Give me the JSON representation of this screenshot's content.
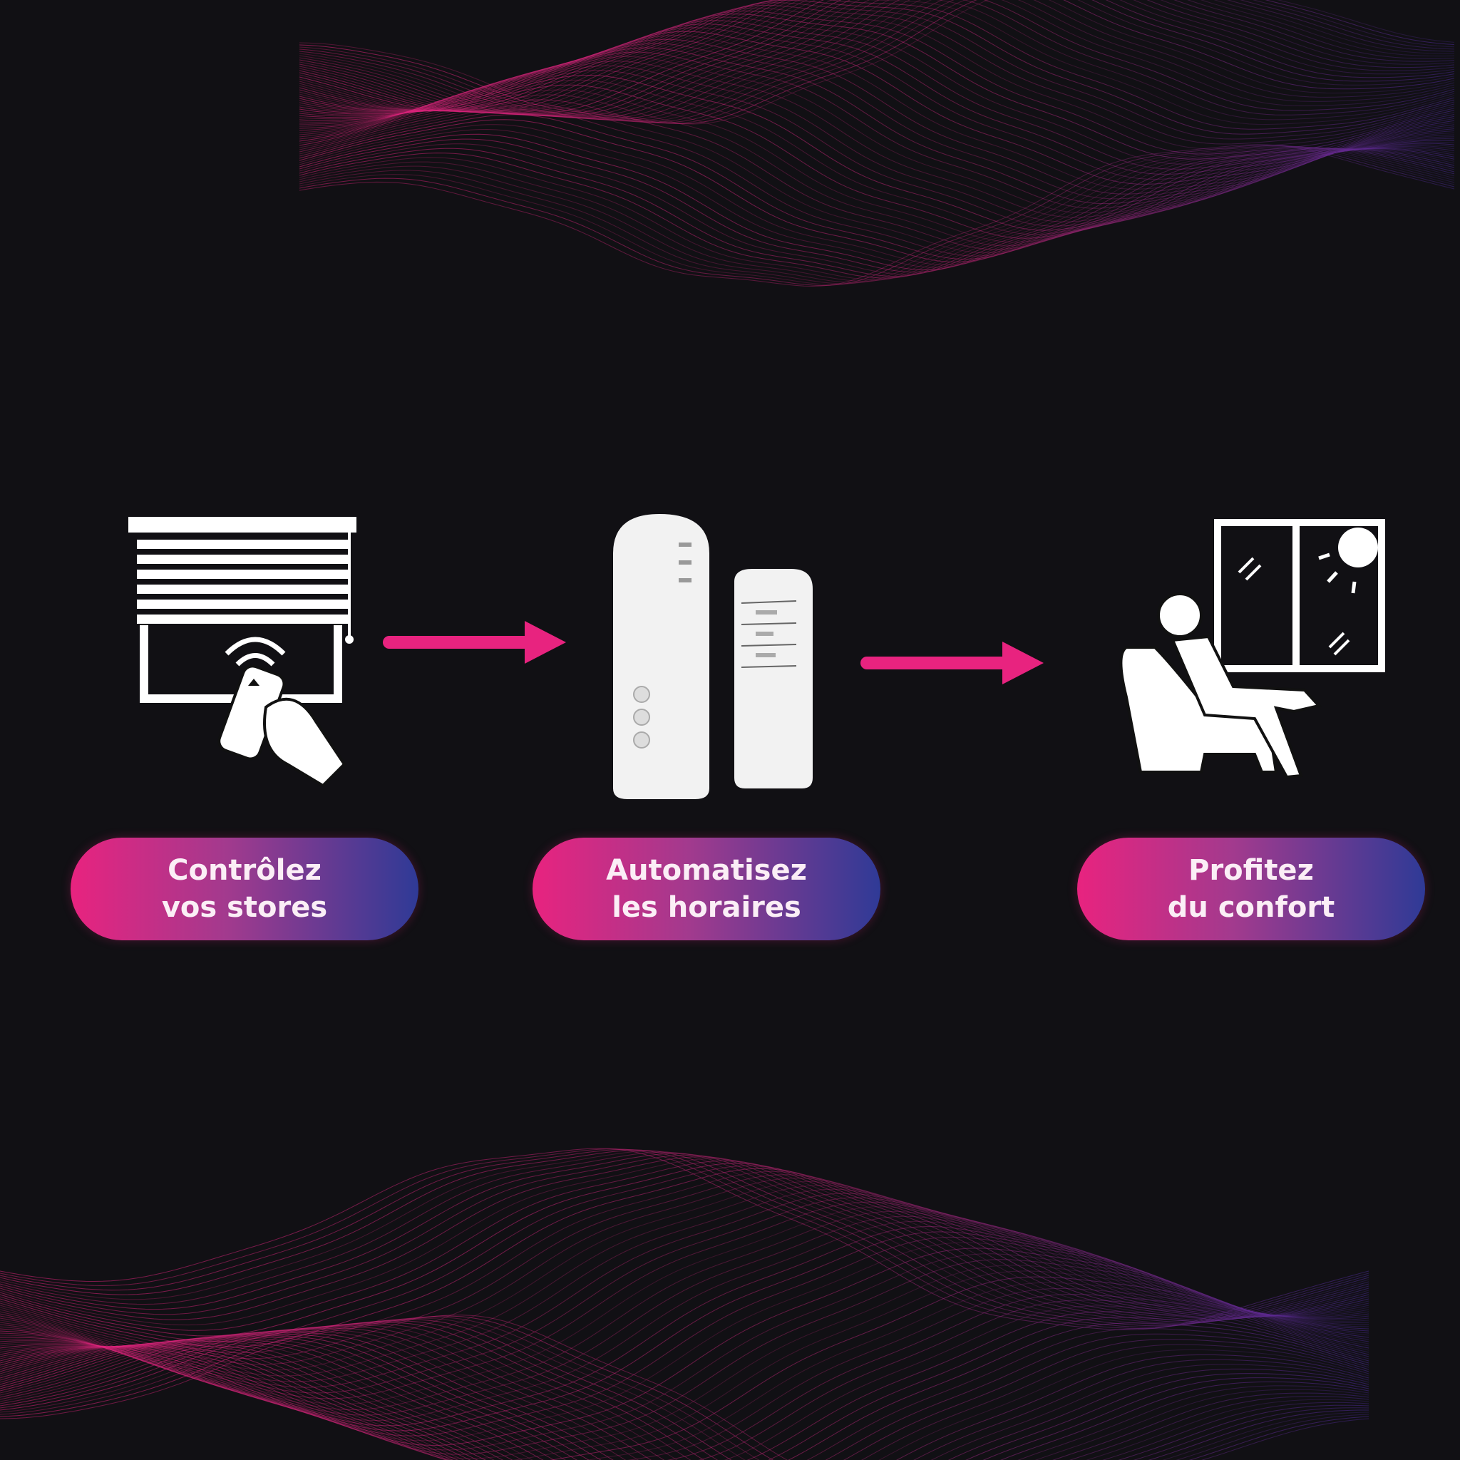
{
  "steps": [
    {
      "icon": "blinds-remote-icon",
      "line1": "Contrôlez",
      "line2": "vos stores"
    },
    {
      "icon": "remote-timer-device-icon",
      "line1": "Automatisez",
      "line2": "les horaires"
    },
    {
      "icon": "relaxing-person-window-icon",
      "line1": "Profitez",
      "line2": "du confort"
    }
  ],
  "colors": {
    "background": "#111014",
    "accent": "#e8237f",
    "accent_end": "#2f3a96",
    "arrow": "#e8237f"
  }
}
